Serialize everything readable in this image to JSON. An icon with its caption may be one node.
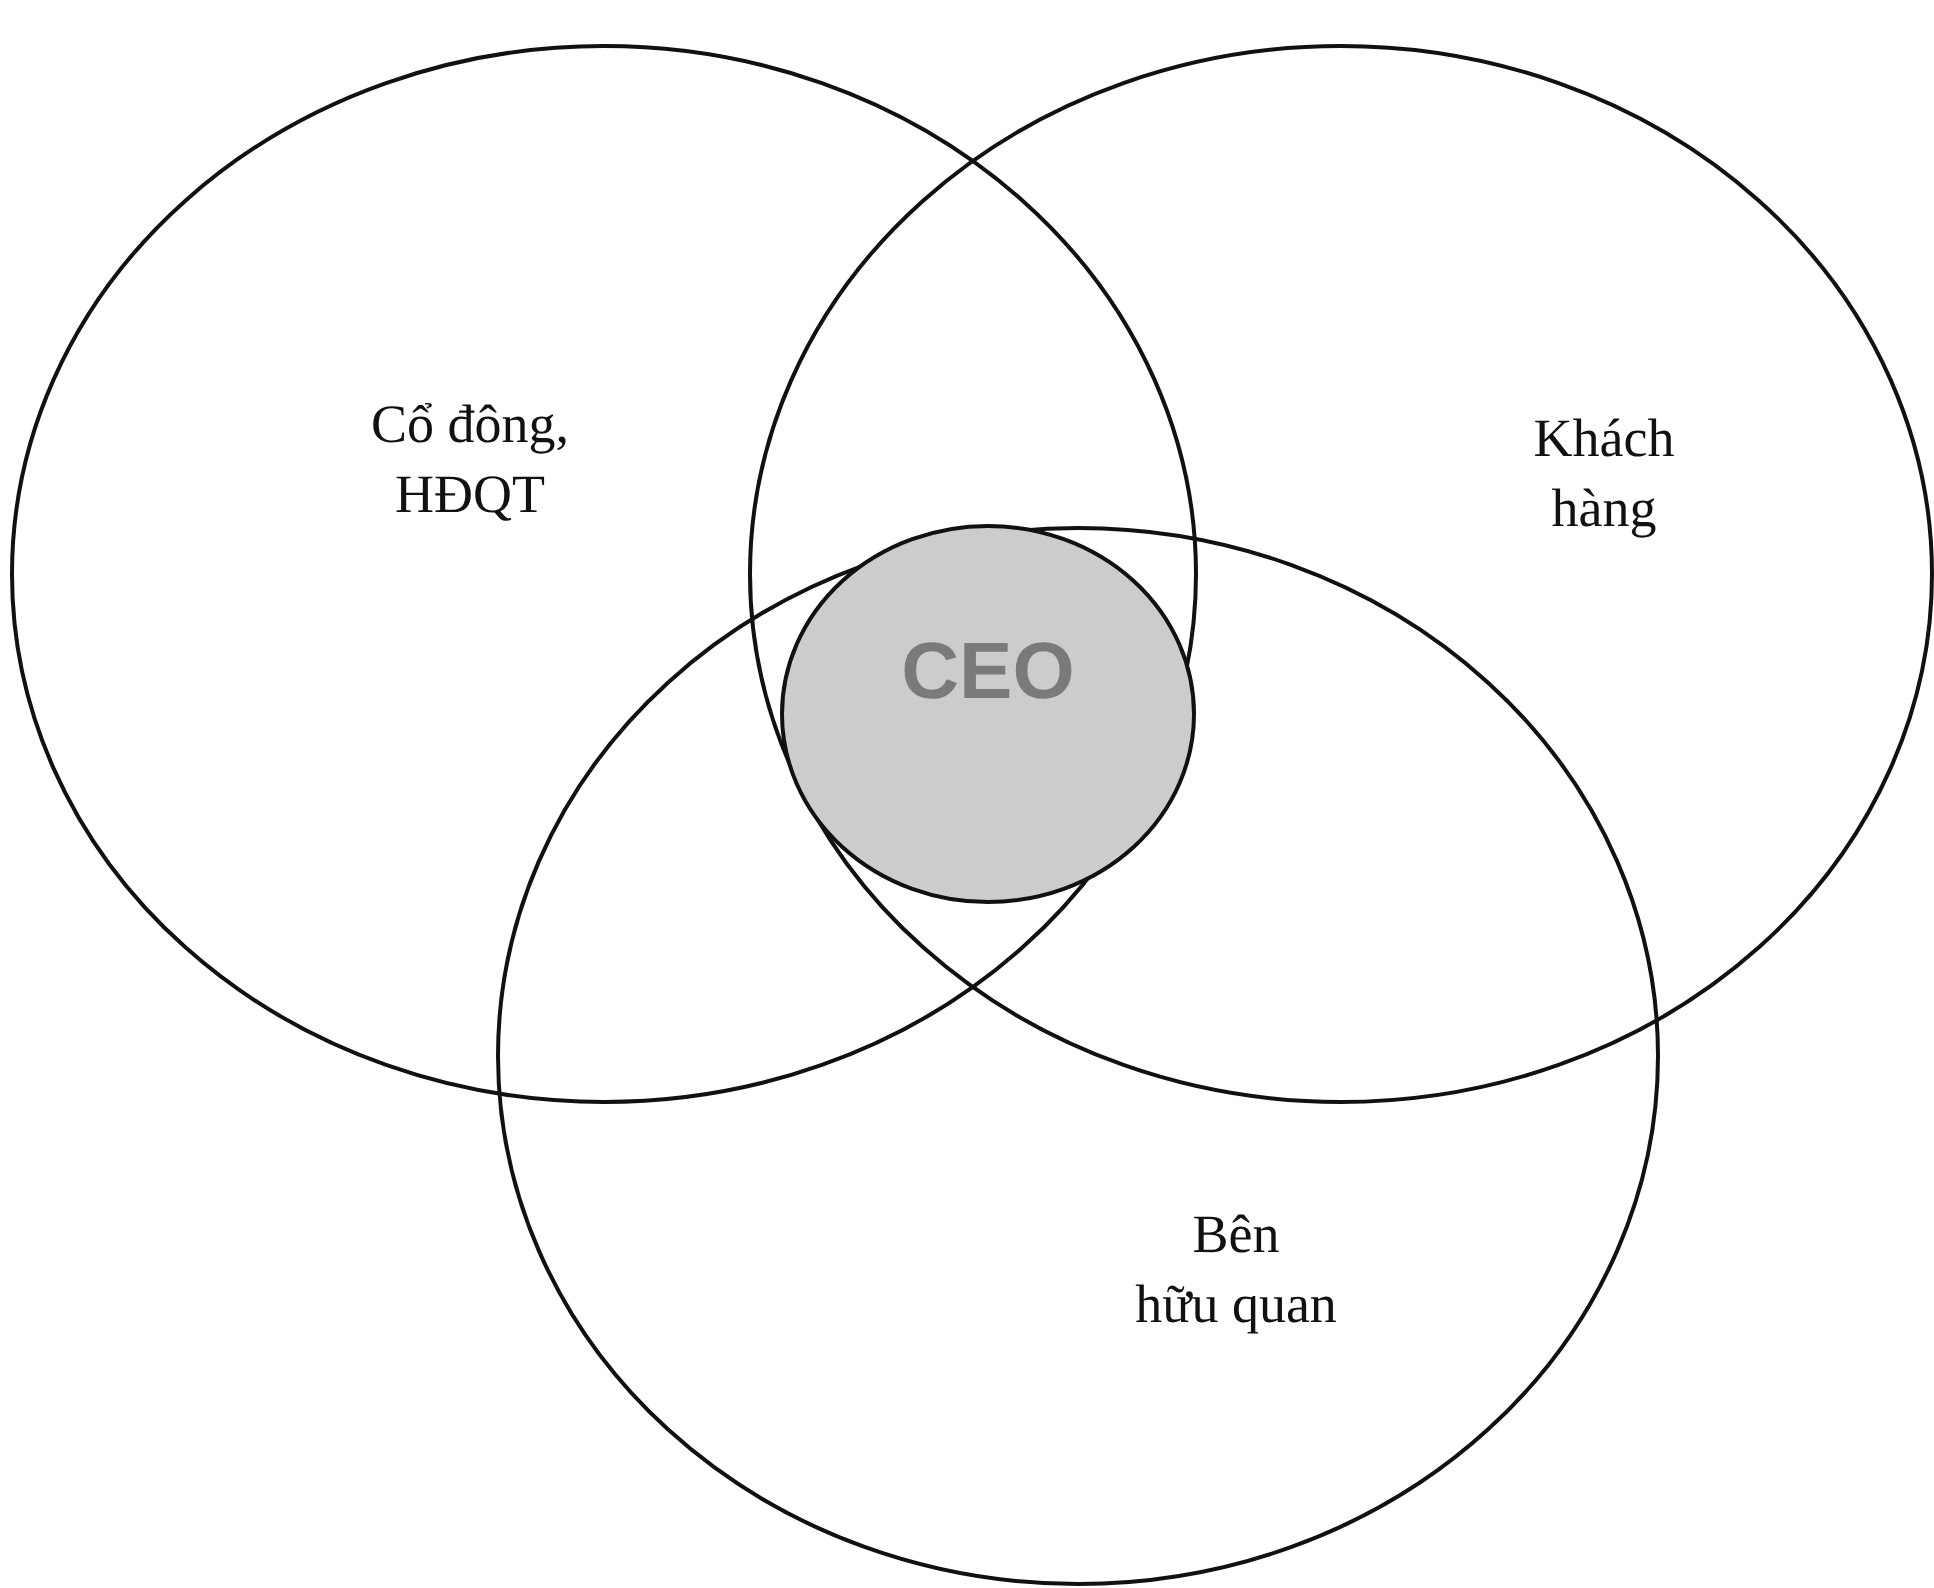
{
  "diagram": {
    "nodes": [
      {
        "text": [
          "Cổ đông, HĐQT"
        ]
      },
      {
        "text": [
          "Khách hàng"
        ]
      },
      {
        "text": [
          "Bên hữu quan"
        ]
      },
      {
        "text": [
          "CEO"
        ]
      }
    ]
  }
}
